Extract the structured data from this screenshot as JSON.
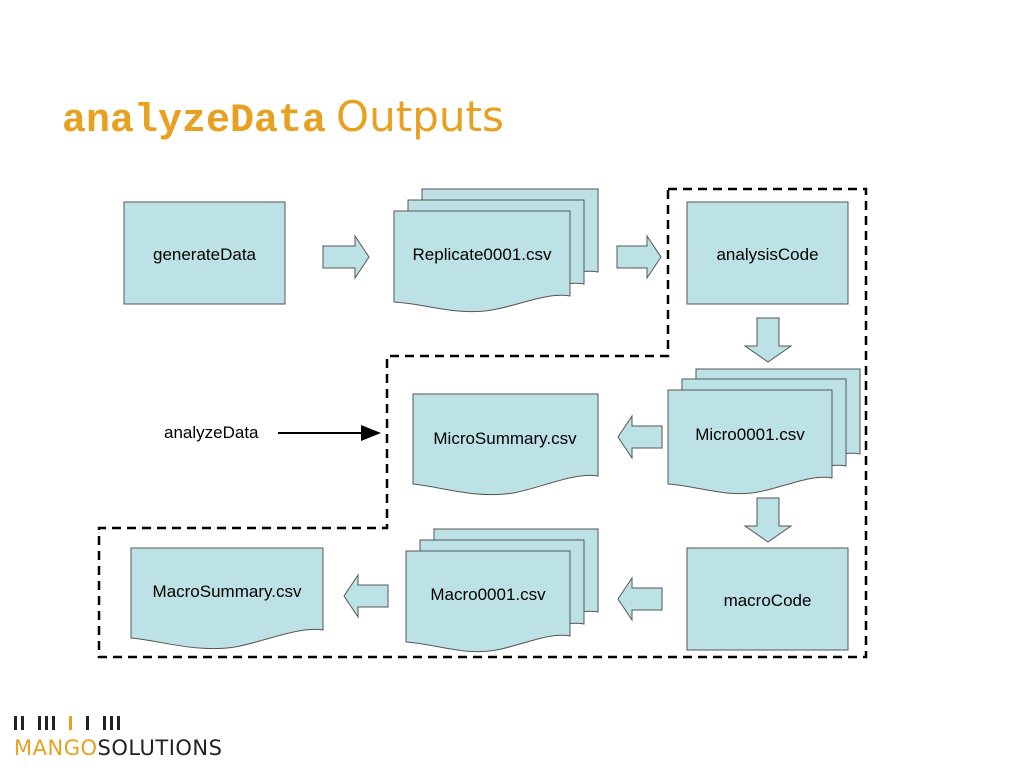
{
  "title": {
    "code": "analyzeData",
    "rest": "Outputs"
  },
  "nodes": {
    "generate_data": "generateData",
    "replicate_csv": "Replicate0001.csv",
    "analysis_code": "analysisCode",
    "micro_csv": "Micro0001.csv",
    "micro_summary": "MicroSummary.csv",
    "macro_code": "macroCode",
    "macro_csv": "Macro0001.csv",
    "macro_summary": "MacroSummary.csv"
  },
  "pointer_label": "analyzeData",
  "logo": {
    "part1": "MANGO",
    "part2": "SOLUTIONS"
  },
  "colors": {
    "box_fill": "#bde2e6",
    "accent": "#e8a020",
    "stroke": "#555555"
  }
}
